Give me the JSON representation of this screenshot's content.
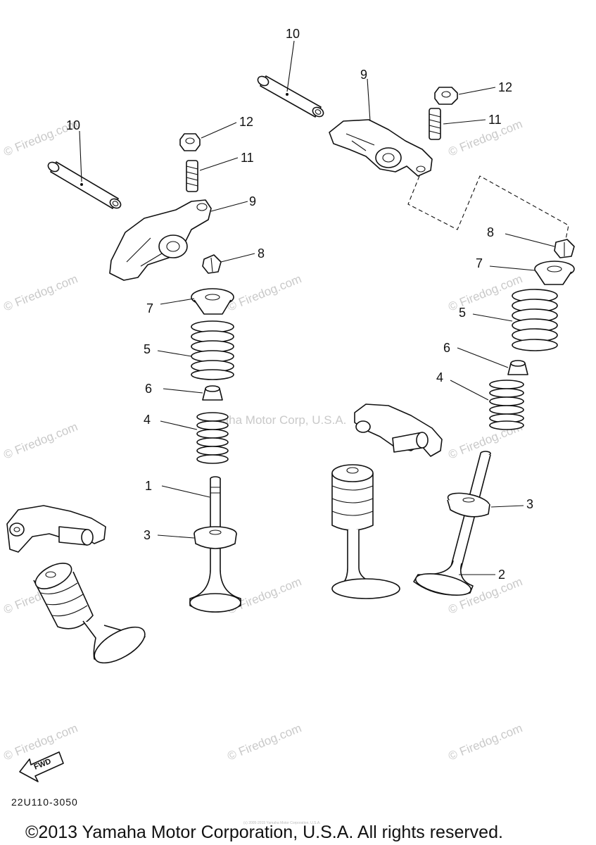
{
  "diagram": {
    "part_code": "22U110-3050",
    "copyright": "©2013 Yamaha Motor Corporation, U.S.A. All rights reserved.",
    "fine_print": "(c) 2005-2015 Yamaha Motor Corporation, U.S.A.",
    "watermark_text": "© Firedog.com",
    "center_watermark": "Yamaha Motor Corp, U.S.A.",
    "fwd_label": "FWD",
    "callouts": {
      "valve_intake": "1",
      "valve_exhaust": "2",
      "seat_left": "3",
      "seat_right": "3",
      "inner_spring_left": "4",
      "inner_spring_right": "4",
      "outer_spring_left": "5",
      "outer_spring_right": "5",
      "seal_left": "6",
      "seal_right": "6",
      "retainer_left": "7",
      "retainer_right": "7",
      "cotter_left": "8",
      "cotter_right": "8",
      "rocker_left": "9",
      "rocker_right": "9",
      "shaft_left": "10",
      "shaft_right": "10",
      "adjuster_left": "11",
      "adjuster_right": "11",
      "nut_left": "12",
      "nut_right": "12"
    }
  }
}
